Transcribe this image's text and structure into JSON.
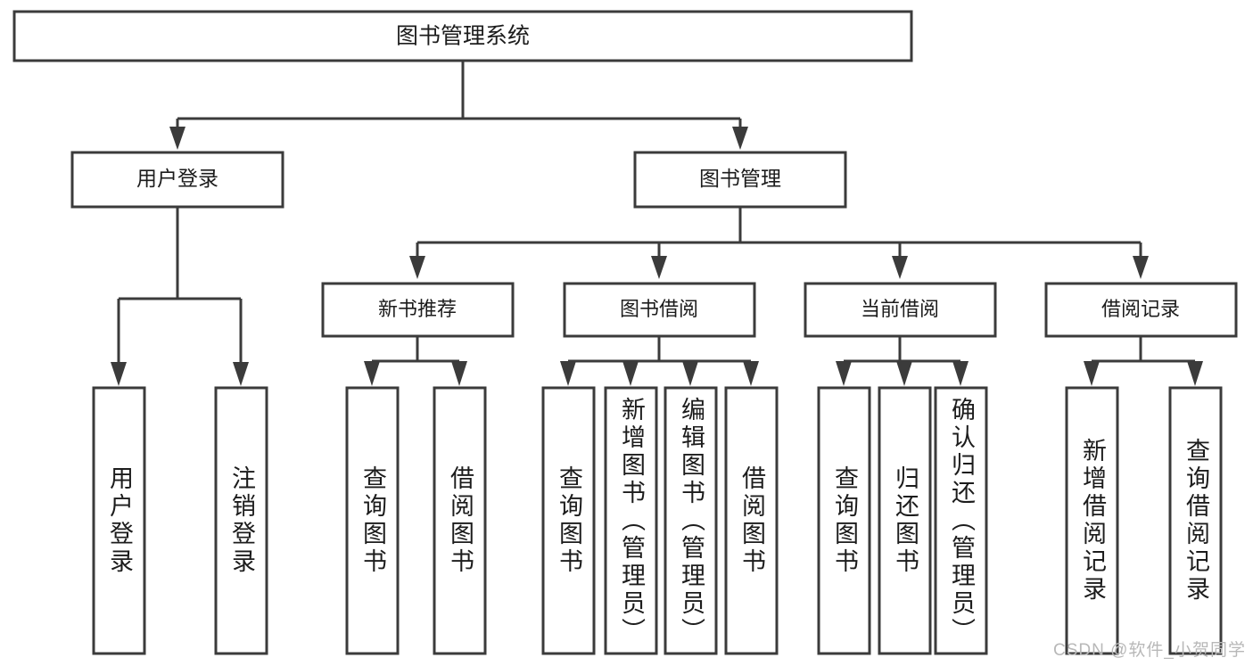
{
  "diagram": {
    "type": "tree",
    "title": "图书管理系统",
    "watermark": "CSDN @软件_小贺同学",
    "colors": {
      "box_stroke": "#3b3b3b",
      "box_fill": "#ffffff",
      "connector": "#3b3b3b",
      "text": "#1c1c1c",
      "watermark": "#b8b8b8",
      "background": "#ffffff"
    },
    "root": {
      "label": "图书管理系统"
    },
    "level1": [
      {
        "label": "用户登录"
      },
      {
        "label": "图书管理"
      }
    ],
    "level2": [
      {
        "label": "新书推荐"
      },
      {
        "label": "图书借阅"
      },
      {
        "label": "当前借阅"
      },
      {
        "label": "借阅记录"
      }
    ],
    "leaves": {
      "user_login": [
        {
          "label": "用户登录"
        },
        {
          "label": "注销登录"
        }
      ],
      "new_book_recommend": [
        {
          "label": "查询图书"
        },
        {
          "label": "借阅图书"
        }
      ],
      "book_borrow": [
        {
          "label": "查询图书"
        },
        {
          "label": "新增图书（管理员）"
        },
        {
          "label": "编辑图书（管理员）"
        },
        {
          "label": "借阅图书"
        }
      ],
      "current_borrow": [
        {
          "label": "查询图书"
        },
        {
          "label": "归还图书"
        },
        {
          "label": "确认归还（管理员）"
        }
      ],
      "borrow_records": [
        {
          "label": "新增借阅记录"
        },
        {
          "label": "查询借阅记录"
        }
      ]
    }
  }
}
